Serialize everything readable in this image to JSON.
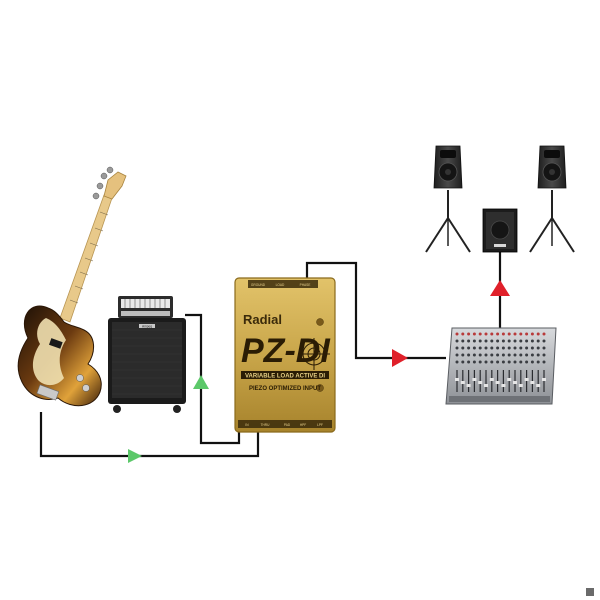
{
  "colors": {
    "cable": "#111111",
    "arrow_input": "#5cc86a",
    "arrow_output": "#e0202a",
    "di_gold": "#c9a64a",
    "di_gold_dark": "#8a6a1c"
  },
  "di_box": {
    "brand": "Radial",
    "model": "PZ-DI",
    "subtitle_line1": "VARIABLE LOAD ACTIVE DI",
    "subtitle_line2": "PIEZO OPTIMIZED INPUT",
    "top_labels": [
      "GROUND",
      "LOAD",
      "PHASE"
    ],
    "bottom_labels": [
      "IN",
      "THRU",
      "PAD",
      "HPF",
      "LPF"
    ]
  },
  "amp": {
    "brand": "Ampeg"
  },
  "mixer": {
    "name": "mixer"
  },
  "icons": {
    "instrument": "bass-guitar-icon",
    "amplifier": "bass-amp-icon",
    "speaker_left": "pa-speaker-icon",
    "speaker_right": "pa-speaker-icon",
    "subwoofer": "subwoofer-icon"
  }
}
